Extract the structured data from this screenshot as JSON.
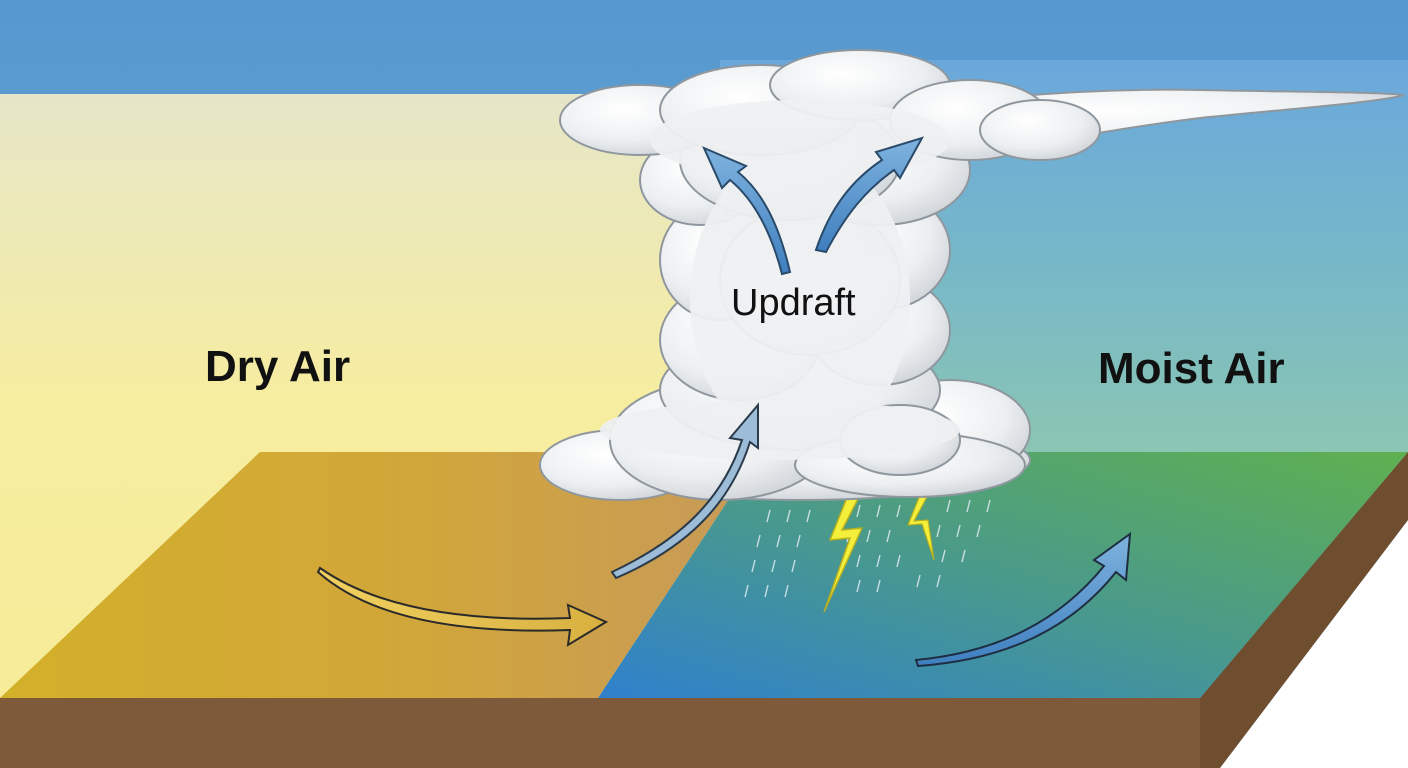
{
  "labels": {
    "dry_air": "Dry Air",
    "updraft": "Updraft",
    "moist_air": "Moist Air"
  },
  "colors": {
    "sky_top": "#5b9bd0",
    "dry_air_region": "#f6eda0",
    "moist_air_region": "#86c2b8",
    "dry_land": "#d4b22c",
    "dry_land_edge": "#c79a5a",
    "wet_land_blue": "#3a86c8",
    "wet_land_green": "#5aa85a",
    "soil": "#7f5a3a",
    "cloud": "#e9ecef",
    "cloud_outline": "#8f979e",
    "lightning": "#f3ef3a",
    "arrow_blue": "#5d97c8",
    "arrow_dry": "#e9c44a"
  },
  "icons": [
    "cloud-icon",
    "lightning-icon",
    "rain-icon",
    "arrow-icon"
  ]
}
